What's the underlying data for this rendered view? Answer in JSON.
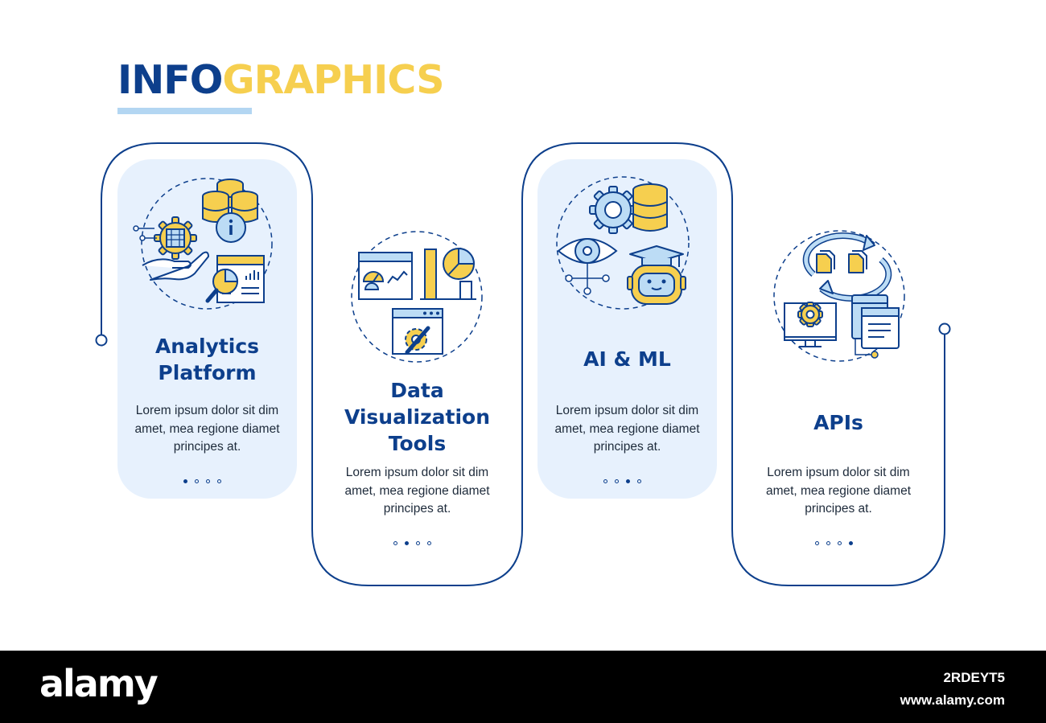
{
  "title": {
    "part1": "INFO",
    "part2": "GRAPHICS"
  },
  "colors": {
    "primary": "#0d3f8c",
    "accent": "#f6cf4f",
    "panel": "#e7f1fd",
    "icon_fill_blue": "#bcdcf5",
    "icon_fill_yellow": "#f6cf4f"
  },
  "steps": [
    {
      "heading_line1": "Analytics",
      "heading_line2": "Platform",
      "heading_line3": "",
      "description_line1": "Lorem ipsum dolor sit dim",
      "description_line2": "amet, mea regione diamet",
      "description_line3": "principes at.",
      "active_dot": 1,
      "icon": "analytics-platform-icon"
    },
    {
      "heading_line1": "Data",
      "heading_line2": "Visualization",
      "heading_line3": "Tools",
      "description_line1": "Lorem ipsum dolor sit dim",
      "description_line2": "amet, mea regione diamet",
      "description_line3": "principes at.",
      "active_dot": 2,
      "icon": "data-visualization-icon"
    },
    {
      "heading_line1": "AI & ML",
      "heading_line2": "",
      "heading_line3": "",
      "description_line1": "Lorem ipsum dolor sit dim",
      "description_line2": "amet, mea regione diamet",
      "description_line3": "principes at.",
      "active_dot": 3,
      "icon": "ai-ml-icon"
    },
    {
      "heading_line1": "APIs",
      "heading_line2": "",
      "heading_line3": "",
      "description_line1": "Lorem ipsum dolor sit dim",
      "description_line2": "amet, mea regione diamet",
      "description_line3": "principes at.",
      "active_dot": 4,
      "icon": "api-icon"
    }
  ],
  "footer": {
    "brand": "alamy",
    "image_id": "2RDEYT5",
    "url": "www.alamy.com"
  }
}
